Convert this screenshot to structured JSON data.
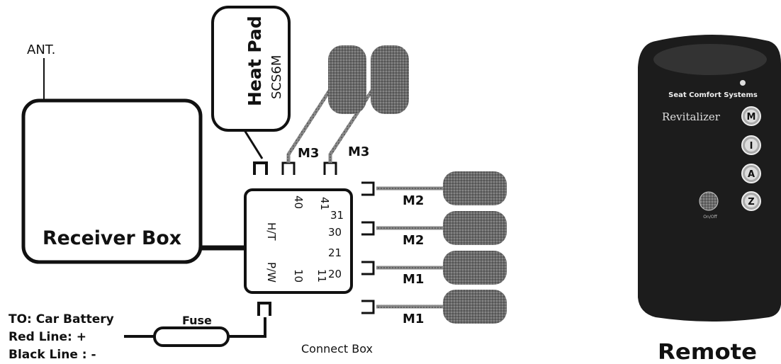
{
  "antenna": {
    "label": "ANT."
  },
  "receiver": {
    "label": "Receiver Box"
  },
  "heat_pad": {
    "title": "Heat Pad",
    "model": "SCS6M"
  },
  "connect_box": {
    "label": "Connect Box",
    "ht_label": "H/T",
    "pw_label": "P/W",
    "pins": [
      "40",
      "41",
      "31",
      "30",
      "21",
      "10",
      "11",
      "20"
    ]
  },
  "pads": {
    "top_left": "M3",
    "top_right": "M3",
    "right_1": "M2",
    "right_2": "M2",
    "right_3": "M1",
    "right_4": "M1"
  },
  "battery": {
    "line1": "TO: Car Battery",
    "red": "Red Line: +",
    "black": "Black Line : -",
    "fuse": "Fuse"
  },
  "remote": {
    "brand": "Seat Comfort Systems",
    "model": "Revitalizer",
    "btn_m": "M",
    "btn_i": "I",
    "btn_a": "A",
    "btn_z": "Z",
    "onoff": "On/Off",
    "label": "Remote"
  },
  "colors": {
    "line": "#111111",
    "pad": "#555555",
    "remote": "#1c1c1c"
  }
}
